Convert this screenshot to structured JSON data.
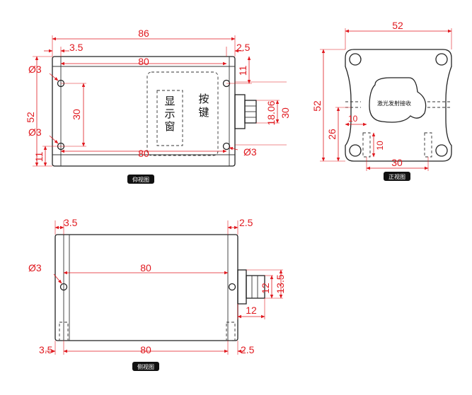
{
  "bottom_view": {
    "title": "仰视图",
    "dims": {
      "total_width": "86",
      "left_offset": "3.5",
      "right_offset": "2.5",
      "inner_width_top": "80",
      "inner_width_bottom": "80",
      "height": "52",
      "hole_spacing": "30",
      "top_offset": "11",
      "bottom_offset": "11",
      "connector_width": "18.06",
      "connector_total": "30",
      "hole_dia_top": "Ø3",
      "hole_dia_mid": "Ø3",
      "hole_dia_right": "Ø3"
    },
    "labels": {
      "display_window": "显示窗",
      "button": "按键"
    }
  },
  "front_view": {
    "title": "正视图",
    "dims": {
      "width": "52",
      "height": "52",
      "lower_offset": "26",
      "left_slot": "10",
      "slot_height": "10",
      "slot_spacing": "30"
    },
    "labels": {
      "laser": "激光发射接收"
    }
  },
  "side_view": {
    "title": "侧视图",
    "dims": {
      "top_left": "3.5",
      "top_right": "2.5",
      "inner": "80",
      "bottom_inner": "80",
      "bottom_left": "3.5",
      "bottom_right": "2.5",
      "hole_dia": "Ø3",
      "connector_h1": "12",
      "connector_h2": "13.5",
      "connector_len": "12"
    }
  },
  "colors": {
    "dimension": "#e0191f",
    "outline": "#222222",
    "badge": "#111111"
  }
}
